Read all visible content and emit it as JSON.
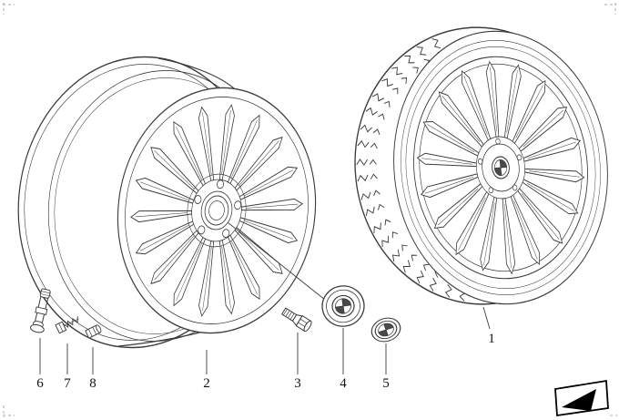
{
  "diagram": {
    "kind": "parts-diagram",
    "background_color": "#ffffff",
    "line_color": "#3c3c3c",
    "callouts": {
      "c1": "1",
      "c2": "2",
      "c3": "3",
      "c4": "4",
      "c5": "5",
      "c6": "6",
      "c7": "7",
      "c8": "8"
    },
    "icons": {
      "roundel": "bmw-roundel-icon",
      "corner": "page-arrow-icon"
    }
  }
}
